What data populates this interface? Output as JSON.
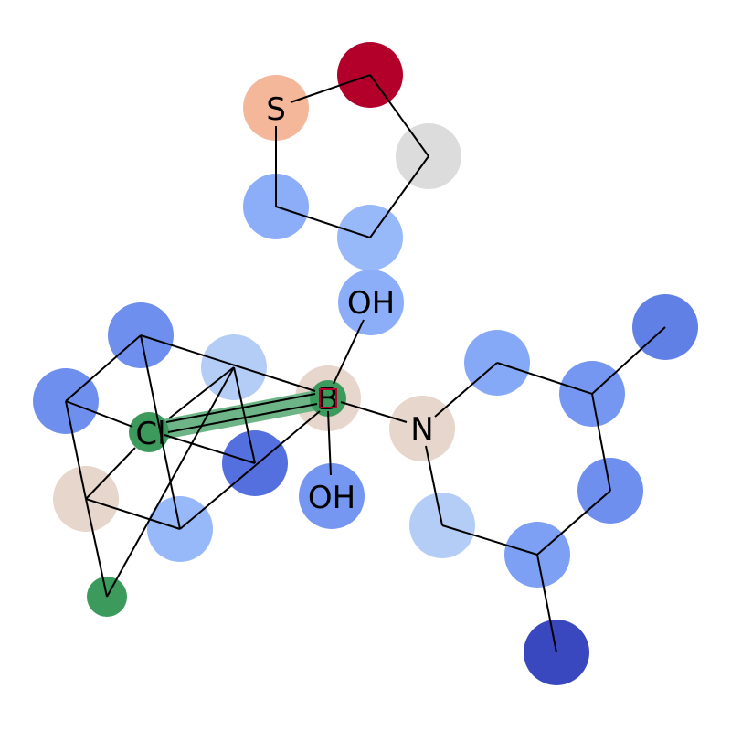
{
  "atom_labels": {
    "s": "S",
    "oh_top": "OH",
    "oh_bottom": "OH",
    "n": "N",
    "cl": "Cl",
    "center": "B"
  },
  "colors": {
    "highlight_green": "#3c9a5c",
    "highlight_bond": "#6db586",
    "deep_red": "#b2002a",
    "salmon": "#f5b79a",
    "light_grey": "#dcdcdc",
    "beige": "#e6d6cc",
    "blue_light": "#b4cdf7",
    "blue_mid": "#8caef8",
    "blue": "#6f8fef",
    "blue_dark": "#5470de",
    "blue_deep": "#3a48c0"
  }
}
